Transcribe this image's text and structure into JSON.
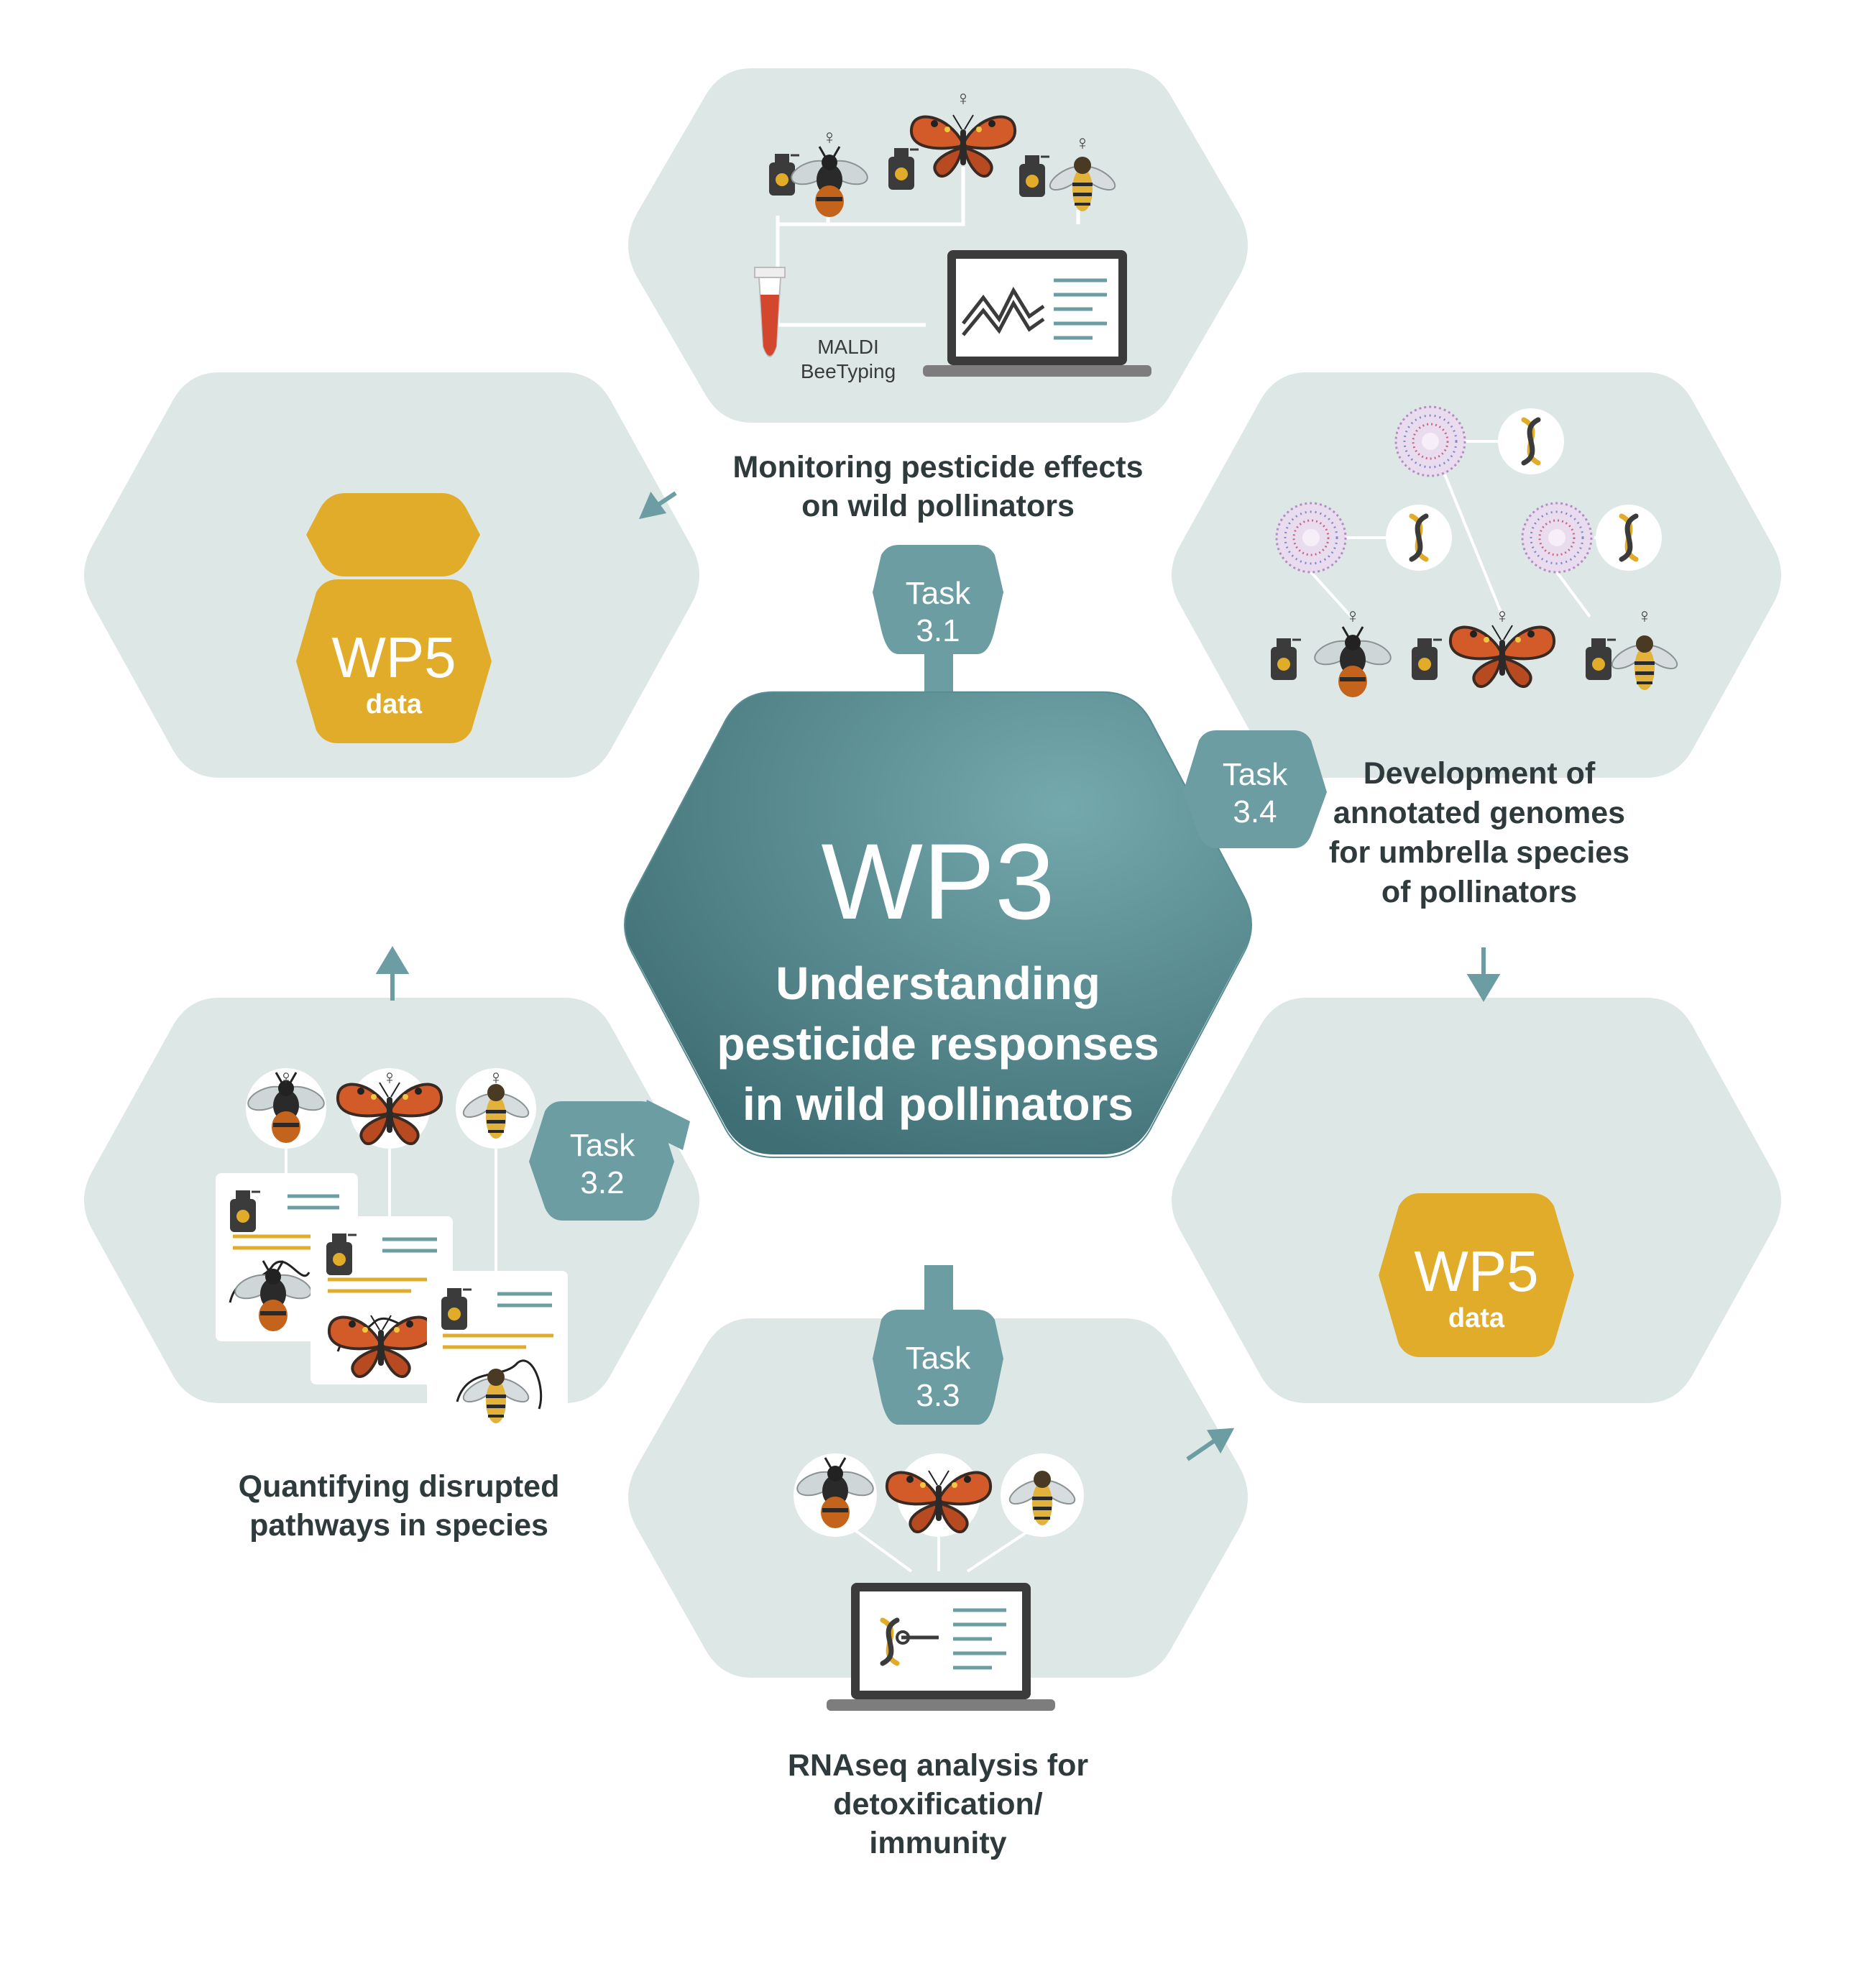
{
  "colors": {
    "outer_hex": "#dde7e6",
    "center_hex": "#5f9399",
    "task_hex": "#6c9da2",
    "wp5_hex": "#e0ac29",
    "arrow": "#6c9da2",
    "text_dark": "#2e3a3b"
  },
  "center": {
    "title": "WP3",
    "subtitle_lines": [
      "Understanding",
      "pesticide responses",
      "in wild pollinators"
    ]
  },
  "tasks": [
    {
      "id": "task-3-1",
      "word": "Task",
      "number": "3.1",
      "label_lines": [
        "Monitoring pesticide effects",
        "on wild pollinators"
      ],
      "instrument_lines": [
        "MALDI",
        "BeeTyping"
      ]
    },
    {
      "id": "task-3-2",
      "word": "Task",
      "number": "3.2",
      "label_lines": [
        "Quantifying disrupted",
        "pathways in species"
      ]
    },
    {
      "id": "task-3-3",
      "word": "Task",
      "number": "3.3",
      "label_lines": [
        "RNAseq analysis for",
        "detoxification/",
        "immunity"
      ]
    },
    {
      "id": "task-3-4",
      "word": "Task",
      "number": "3.4",
      "label_lines": [
        "Development of",
        "annotated genomes",
        "for umbrella species",
        "of pollinators"
      ]
    }
  ],
  "wp5": [
    {
      "title": "WP5",
      "sub": "data"
    },
    {
      "title": "WP5",
      "sub": "data"
    }
  ],
  "icons": {
    "female_symbol": "♀",
    "species": [
      "bumblebee-icon",
      "butterfly-icon",
      "hoverfly-icon"
    ],
    "pesticide": "pesticide-bottle-icon",
    "dna": "dna-icon",
    "laptop": "laptop-icon",
    "tube": "sample-tube-icon"
  }
}
